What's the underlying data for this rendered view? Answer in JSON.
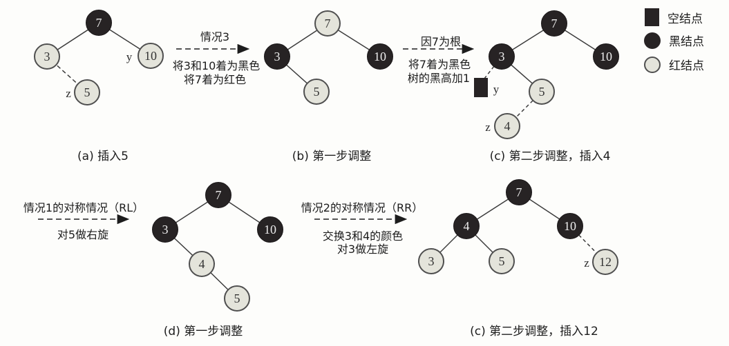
{
  "colors": {
    "black_node": "#272324",
    "red_node": "#e4e4db",
    "node_border": "#4f4f4f",
    "edge": "#3b3b3b",
    "background": "#fdfdfb",
    "text": "#1c1c1c"
  },
  "legend": {
    "items": [
      {
        "icon": "empty-node-square",
        "label": "空结点"
      },
      {
        "icon": "black-node-circle",
        "label": "黑结点"
      },
      {
        "icon": "red-node-circle",
        "label": "红结点"
      }
    ]
  },
  "arrows": {
    "arrow1": {
      "top": "情况3",
      "lines": [
        "将3和10着为黑色",
        "将7着为红色"
      ]
    },
    "arrow2": {
      "top": "因7为根",
      "lines": [
        "将7着为黑色",
        "树的黑高加1"
      ]
    },
    "arrow3": {
      "top": "情况1的对称情况（RL）",
      "lines": [
        "对5做右旋"
      ]
    },
    "arrow4": {
      "top": "情况2的对称情况（RR）",
      "lines": [
        "交换3和4的颜色",
        "对3做左旋"
      ]
    }
  },
  "trees": {
    "a": {
      "caption": "(a) 插入5",
      "nodes": [
        {
          "value": "7",
          "color": "black"
        },
        {
          "value": "3",
          "color": "red"
        },
        {
          "value": "10",
          "color": "red",
          "pointer": "y"
        },
        {
          "value": "5",
          "color": "red",
          "pointer": "z"
        }
      ]
    },
    "b": {
      "caption": "(b) 第一步调整",
      "nodes": [
        {
          "value": "7",
          "color": "red"
        },
        {
          "value": "3",
          "color": "black"
        },
        {
          "value": "10",
          "color": "black"
        },
        {
          "value": "5",
          "color": "red"
        }
      ]
    },
    "c": {
      "caption": "(c) 第二步调整，插入4",
      "nil_pointer": "y",
      "nodes": [
        {
          "value": "7",
          "color": "black"
        },
        {
          "value": "3",
          "color": "black"
        },
        {
          "value": "10",
          "color": "black"
        },
        {
          "value": "5",
          "color": "red"
        },
        {
          "value": "4",
          "color": "red",
          "pointer": "z"
        }
      ]
    },
    "d": {
      "caption": "(d) 第一步调整",
      "nodes": [
        {
          "value": "7",
          "color": "black"
        },
        {
          "value": "3",
          "color": "black"
        },
        {
          "value": "10",
          "color": "black"
        },
        {
          "value": "4",
          "color": "red"
        },
        {
          "value": "5",
          "color": "red"
        }
      ]
    },
    "e": {
      "caption": "(c) 第二步调整，插入12",
      "nodes": [
        {
          "value": "7",
          "color": "black"
        },
        {
          "value": "4",
          "color": "black"
        },
        {
          "value": "10",
          "color": "black"
        },
        {
          "value": "3",
          "color": "red"
        },
        {
          "value": "5",
          "color": "red"
        },
        {
          "value": "12",
          "color": "red",
          "pointer": "z"
        }
      ]
    }
  }
}
